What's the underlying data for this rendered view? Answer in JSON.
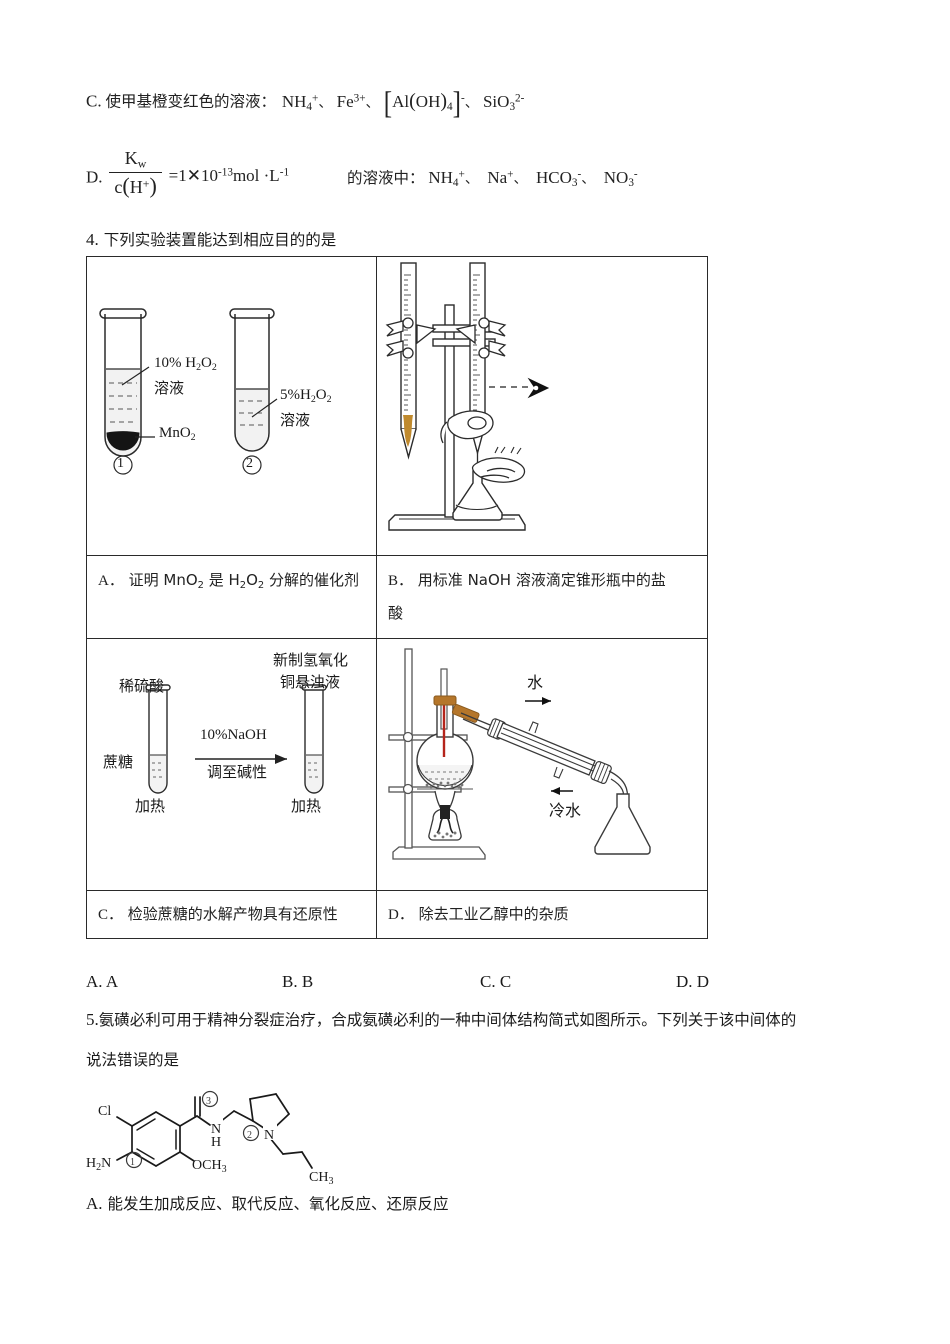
{
  "options_prev": {
    "c": {
      "label": "C.",
      "text": "使甲基橙变红色的溶液：",
      "ions": [
        "NH4+",
        "Fe3+",
        "[Al(OH)4]-",
        "SiO3 2-"
      ],
      "sep": "、"
    },
    "d": {
      "label": "D.",
      "fraction_num": "Kw",
      "fraction_den": "c(H+)",
      "equals": "=1×10",
      "exponent": "-13",
      "unit": "mol ·L",
      "unit_exp": "-1",
      "text": "的溶液中：",
      "ions": [
        "NH4+",
        "Na+",
        "HCO3-",
        "NO3-"
      ],
      "sep": "、"
    }
  },
  "question4": {
    "number": "4.",
    "stem": "下列实验装置能达到相应目的的是",
    "cells": [
      {
        "id": "A",
        "caption_label": "A．",
        "caption_text": "证明 MnO2 是 H2O2 分解的催化剂",
        "caption_html": "证明 MnO<sub>2</sub> 是 H<sub>2</sub>O<sub>2</sub> 分解的催化剂",
        "diagram": "two-test-tubes",
        "diagram_labels": {
          "tube1_label": "10% H2O2",
          "tube1_label2": "溶液",
          "tube1_solid": "MnO2",
          "tube2_label": "5%H2O2",
          "tube2_label2": "溶液",
          "tube1_num": "①",
          "tube2_num": "②"
        }
      },
      {
        "id": "B",
        "caption_label": "B．",
        "caption_text": "用标准 NaOH 溶液滴定锥形瓶中的盐酸",
        "caption_line1": "用标准 NaOH 溶液滴定锥形瓶中的盐",
        "caption_line2": "酸",
        "diagram": "burette-titration-stand"
      },
      {
        "id": "C",
        "caption_label": "C．",
        "caption_text": "检验蔗糖的水解产物具有还原性",
        "diagram": "sucrose-hydrolysis",
        "diagram_labels": {
          "left_top": "稀硫酸",
          "left_side": "蔗糖",
          "left_bottom": "加热",
          "arrow_top": "10%NaOH",
          "arrow_bottom": "调至碱性",
          "right_top1": "新制氢氧化",
          "right_top2": "铜悬浊液",
          "right_bottom": "加热"
        }
      },
      {
        "id": "D",
        "caption_label": "D．",
        "caption_text": "除去工业乙醇中的杂质",
        "diagram": "distillation-apparatus",
        "diagram_labels": {
          "water_out": "水",
          "water_in": "冷水"
        }
      }
    ],
    "answers": [
      {
        "label": "A. A"
      },
      {
        "label": "B. B"
      },
      {
        "label": "C. C"
      },
      {
        "label": "D. D"
      }
    ]
  },
  "question5": {
    "number": "5.",
    "stem_line1": "氨磺必利可用于精神分裂症治疗，合成氨磺必利的一种中间体结构简式如图所示。下列关于该中间体的",
    "stem_line2": "说法错误的是",
    "structure": {
      "name": "amisulpride-intermediate",
      "atoms": {
        "cl": "Cl",
        "amine": "H2N",
        "methoxy": "OCH3",
        "amide_n": "N",
        "amide_h": "H",
        "ring_n": "N",
        "ethyl": "CH3"
      },
      "markers": [
        "①",
        "②",
        "③"
      ]
    },
    "options": [
      {
        "label": "A.",
        "text": "能发生加成反应、取代反应、氧化反应、还原反应"
      }
    ]
  },
  "colors": {
    "ink": "#1a1a1a",
    "rule": "#2a2a2a",
    "glass": "#3a3a3a",
    "cork": "#b5762a",
    "mercury": "#c0392b",
    "mno2": "#111111"
  }
}
